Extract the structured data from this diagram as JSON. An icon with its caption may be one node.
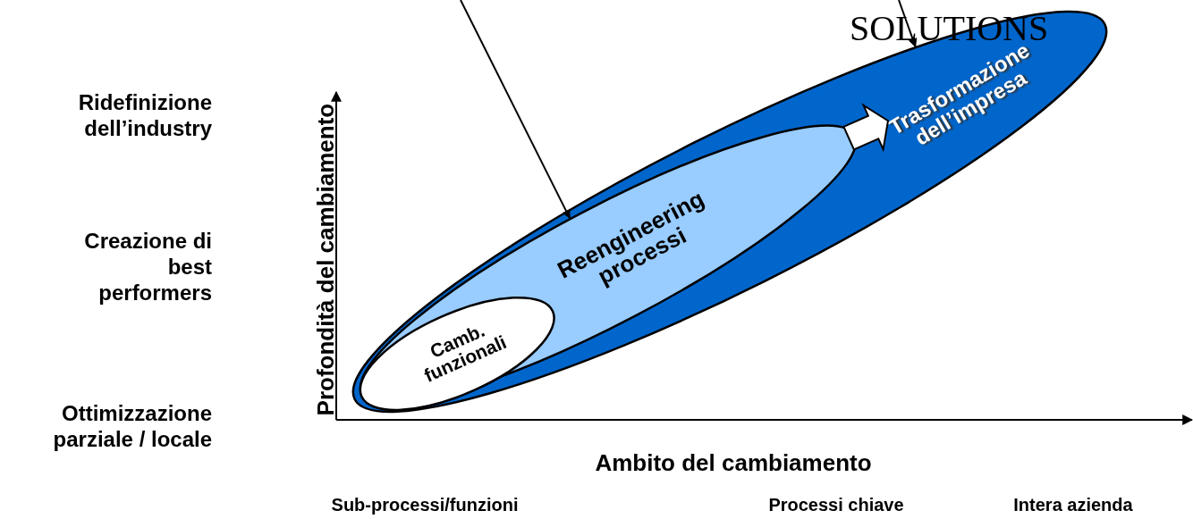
{
  "diagram": {
    "nodes": [
      {
        "text": [
          "Trasformazione dell’impresa"
        ]
      },
      {
        "text": [
          "Reengineering processi"
        ],
        "in": 0
      },
      {
        "text": [
          "Camb. funzionali"
        ],
        "in": 1
      }
    ],
    "edges": [
      {
        "from": null,
        "to": 1,
        "arrow": "to"
      },
      {
        "from": null,
        "to": 0,
        "arrow": "to"
      },
      {
        "from": 1,
        "to": 0,
        "arrow": "to",
        "style": "thick",
        "color": "#ffffff"
      }
    ],
    "labels": [
      "SOLUTIONS",
      "Ridefinizione dell’industry",
      "Creazione di best performers",
      "Ottimizzazione parziale / locale",
      "Profondità del cambiamento",
      "Ambito del cambiamento",
      "Sub-processi/funzioni",
      "Processi chiave",
      "Intera azienda"
    ]
  }
}
